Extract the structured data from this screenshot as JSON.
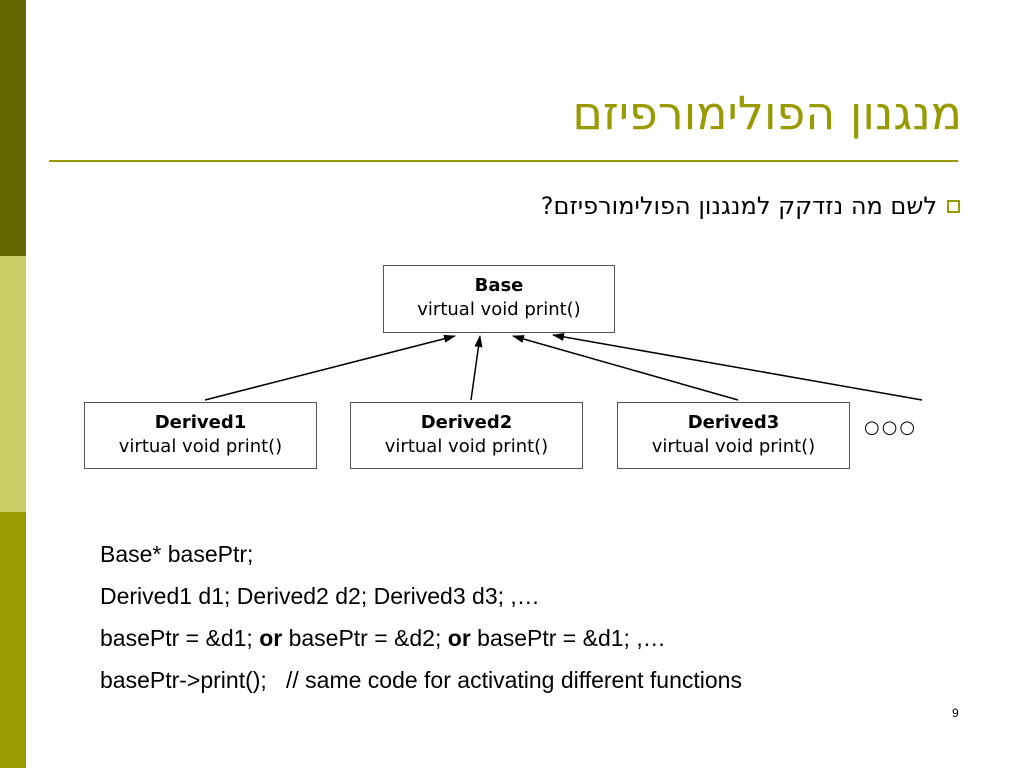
{
  "slide": {
    "title": "מנגנון הפולימורפיזם",
    "bullet": "לשם מה נזדקק למנגנון הפולימורפיזם?",
    "page_number": "9"
  },
  "diagram": {
    "base": {
      "name": "Base",
      "method": "virtual void print()"
    },
    "derived": [
      {
        "name": "Derived1",
        "method": "virtual void print()"
      },
      {
        "name": "Derived2",
        "method": "virtual void print()"
      },
      {
        "name": "Derived3",
        "method": "virtual void print()"
      }
    ],
    "more": "○○○"
  },
  "code": {
    "line1": "Base* basePtr;",
    "line2": "Derived1 d1; Derived2 d2; Derived3 d3; ,…",
    "line3": {
      "part1": "basePtr = &d1; ",
      "or1": "or",
      "part2": " basePtr = &d2; ",
      "or2": "or",
      "part3": " basePtr = &d1; ,…"
    },
    "line4": "basePtr->print();   // same code for activating different functions"
  },
  "colors": {
    "accent": "#999900",
    "band_dark": "#666600",
    "band_light": "#cccc66"
  }
}
